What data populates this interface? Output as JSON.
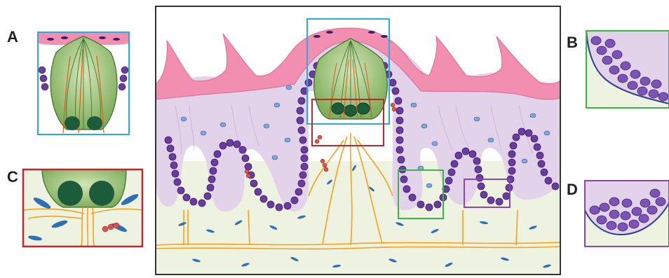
{
  "panels": [
    {
      "letter": "A",
      "color": "#29abe2"
    },
    {
      "letter": "B",
      "color": "#39b54a"
    },
    {
      "letter": "C",
      "color": "#c1272d"
    },
    {
      "letter": "D",
      "color": "#8e44ad"
    }
  ],
  "colors": {
    "epithelium_pink": "#f28fb0",
    "lamina_lilac": "#e2d2ea",
    "connective_cream": "#eef2e0",
    "basal_cell_purple": "#6a3c9e",
    "taste_bud_green": "#a8c98a",
    "nerve_orange": "#f7a21b",
    "fibroblast_blue": "#2e6fb8",
    "frame_dark": "#333333"
  }
}
